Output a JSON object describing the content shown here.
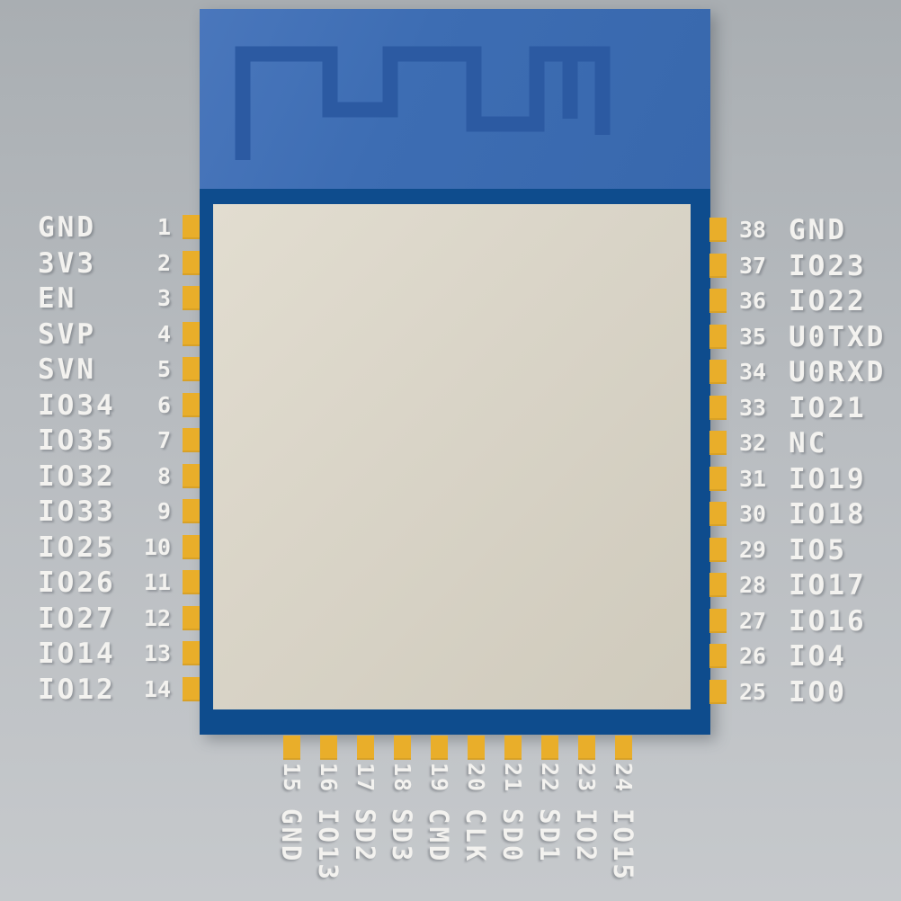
{
  "colors": {
    "background_top": "#a9aeb2",
    "background_bottom": "#c6c9cc",
    "antenna_fill": "#3d6db3",
    "antenna_trace": "#2c5aa2",
    "module_border": "#0e4c8d",
    "shield_fill": "#d9d4c7",
    "pin_fill": "#e9ae2a",
    "label_text": "#f3f2ef"
  },
  "pins": {
    "left": [
      {
        "number": "1",
        "label": "GND"
      },
      {
        "number": "2",
        "label": "3V3"
      },
      {
        "number": "3",
        "label": "EN"
      },
      {
        "number": "4",
        "label": "SVP"
      },
      {
        "number": "5",
        "label": "SVN"
      },
      {
        "number": "6",
        "label": "IO34"
      },
      {
        "number": "7",
        "label": "IO35"
      },
      {
        "number": "8",
        "label": "IO32"
      },
      {
        "number": "9",
        "label": "IO33"
      },
      {
        "number": "10",
        "label": "IO25"
      },
      {
        "number": "11",
        "label": "IO26"
      },
      {
        "number": "12",
        "label": "IO27"
      },
      {
        "number": "13",
        "label": "IO14"
      },
      {
        "number": "14",
        "label": "IO12"
      }
    ],
    "right": [
      {
        "number": "38",
        "label": "GND"
      },
      {
        "number": "37",
        "label": "IO23"
      },
      {
        "number": "36",
        "label": "IO22"
      },
      {
        "number": "35",
        "label": "U0TXD"
      },
      {
        "number": "34",
        "label": "U0RXD"
      },
      {
        "number": "33",
        "label": "IO21"
      },
      {
        "number": "32",
        "label": "NC"
      },
      {
        "number": "31",
        "label": "IO19"
      },
      {
        "number": "30",
        "label": "IO18"
      },
      {
        "number": "29",
        "label": "IO5"
      },
      {
        "number": "28",
        "label": "IO17"
      },
      {
        "number": "27",
        "label": "IO16"
      },
      {
        "number": "26",
        "label": "IO4"
      },
      {
        "number": "25",
        "label": "IO0"
      }
    ],
    "bottom": [
      {
        "number": "15",
        "label": "GND"
      },
      {
        "number": "16",
        "label": "IO13"
      },
      {
        "number": "17",
        "label": "SD2"
      },
      {
        "number": "18",
        "label": "SD3"
      },
      {
        "number": "19",
        "label": "CMD"
      },
      {
        "number": "20",
        "label": "CLK"
      },
      {
        "number": "21",
        "label": "SD0"
      },
      {
        "number": "22",
        "label": "SD1"
      },
      {
        "number": "23",
        "label": "IO2"
      },
      {
        "number": "24",
        "label": "IO15"
      }
    ]
  }
}
